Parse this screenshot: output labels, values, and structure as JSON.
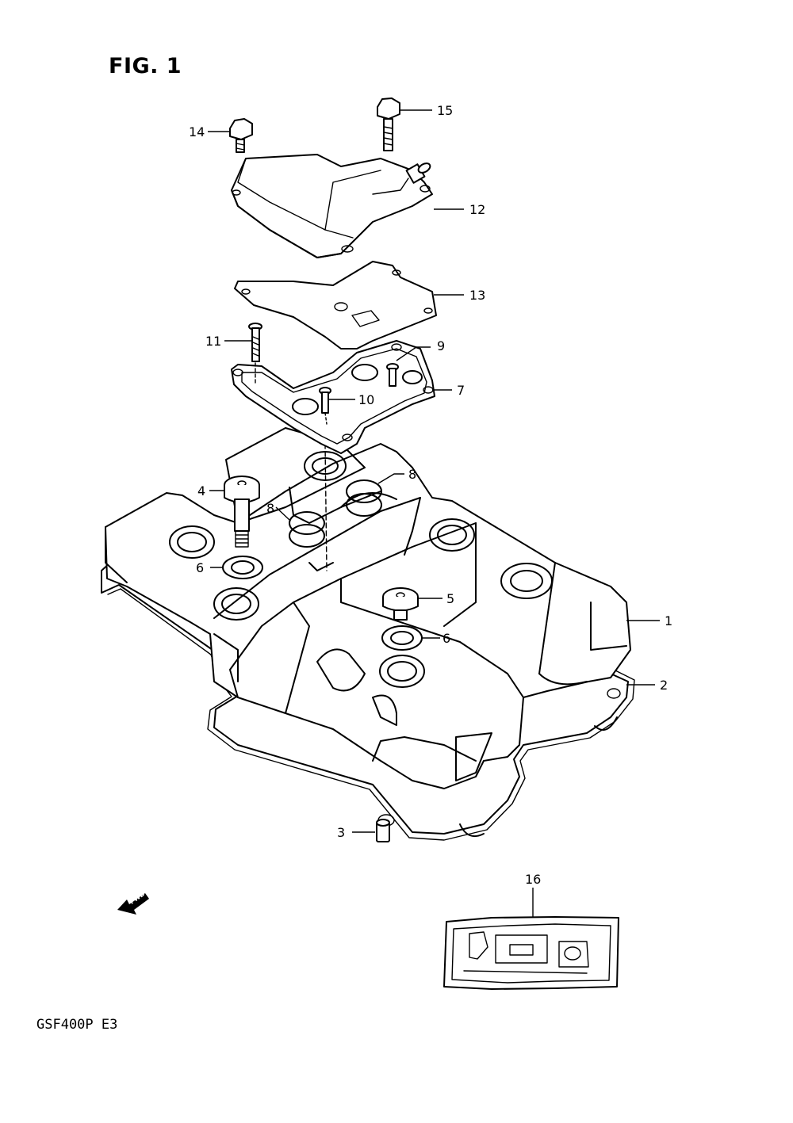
{
  "figure": {
    "title": "FIG. 1",
    "model_code": "GSF400P E3",
    "direction_label": "FWD"
  },
  "callouts": [
    {
      "id": "c1",
      "label": "1"
    },
    {
      "id": "c2",
      "label": "2"
    },
    {
      "id": "c3",
      "label": "3"
    },
    {
      "id": "c4",
      "label": "4"
    },
    {
      "id": "c5",
      "label": "5"
    },
    {
      "id": "c6a",
      "label": "6"
    },
    {
      "id": "c6b",
      "label": "6"
    },
    {
      "id": "c7",
      "label": "7"
    },
    {
      "id": "c8a",
      "label": "8"
    },
    {
      "id": "c8b",
      "label": "8"
    },
    {
      "id": "c9",
      "label": "9"
    },
    {
      "id": "c10",
      "label": "10"
    },
    {
      "id": "c11",
      "label": "11"
    },
    {
      "id": "c12",
      "label": "12"
    },
    {
      "id": "c13",
      "label": "13"
    },
    {
      "id": "c14",
      "label": "14"
    },
    {
      "id": "c15",
      "label": "15"
    },
    {
      "id": "c16",
      "label": "16"
    }
  ]
}
